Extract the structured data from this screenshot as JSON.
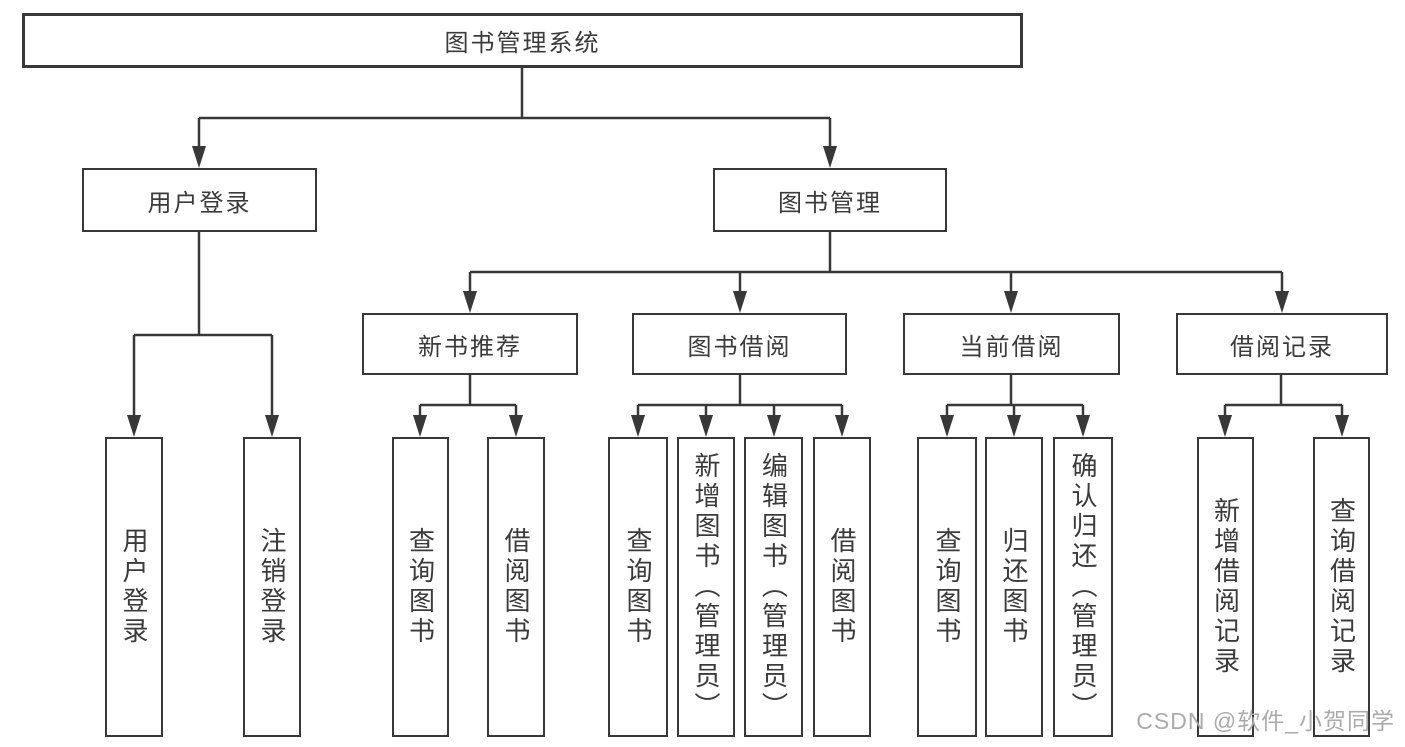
{
  "colors": {
    "line": "#383838",
    "text": "#3b3b3b",
    "watermark": "#ababab"
  },
  "watermark": "CSDN @软件_小贺同学",
  "tree": {
    "root": "图书管理系统",
    "user_login": {
      "label": "用户登录",
      "children": [
        "用户登录",
        "注销登录"
      ]
    },
    "book_mgmt": {
      "label": "图书管理",
      "groups": {
        "new_book": {
          "label": "新书推荐",
          "children": [
            "查询图书",
            "借阅图书"
          ]
        },
        "borrow": {
          "label": "图书借阅",
          "children": [
            "查询图书",
            "新增图书（管理员）",
            "编辑图书（管理员）",
            "借阅图书"
          ]
        },
        "current": {
          "label": "当前借阅",
          "children": [
            "查询图书",
            "归还图书",
            "确认归还（管理员）"
          ]
        },
        "records": {
          "label": "借阅记录",
          "children": [
            "新增借阅记录",
            "查询借阅记录"
          ]
        }
      }
    }
  }
}
